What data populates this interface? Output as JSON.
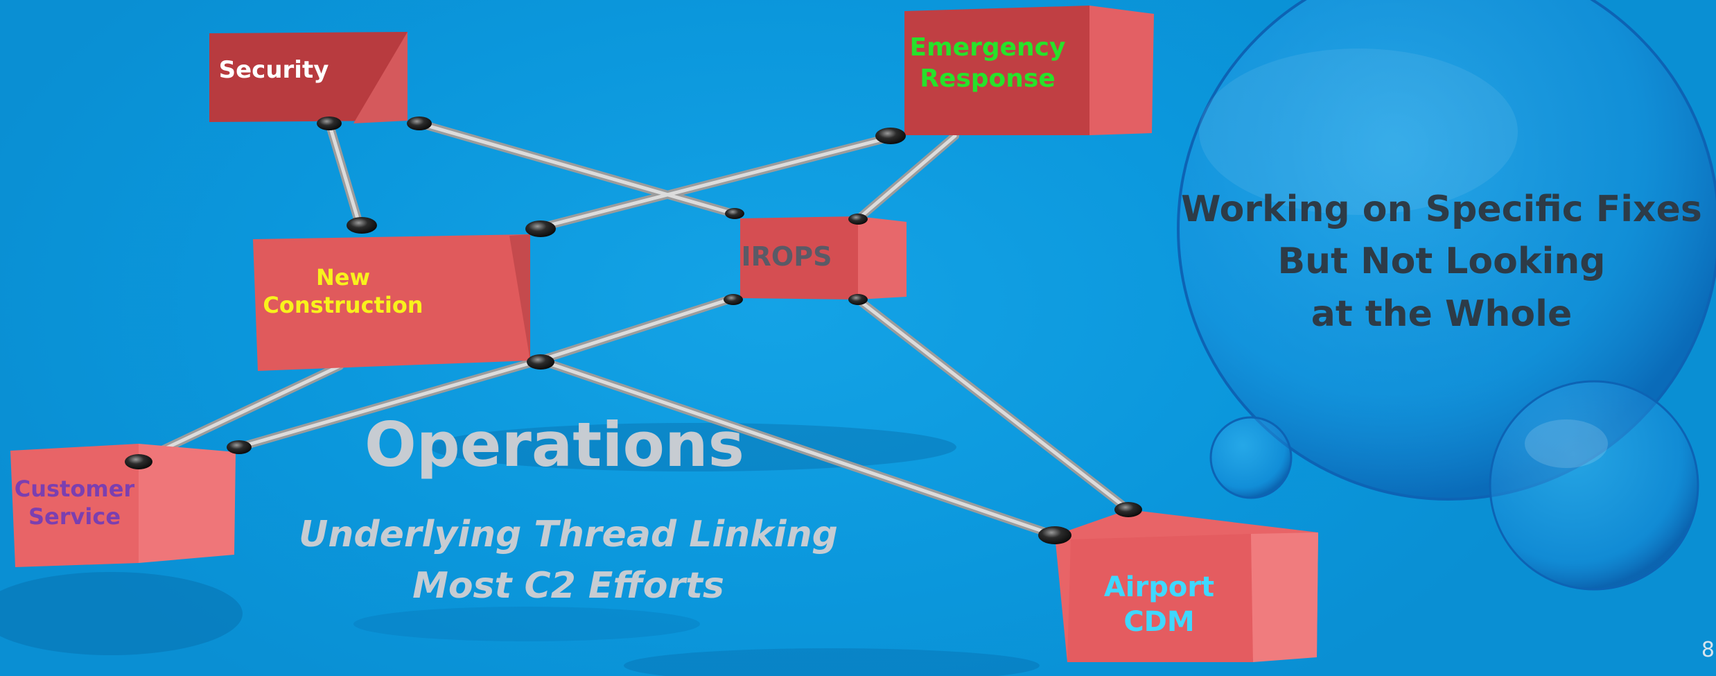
{
  "nodes": {
    "security": "Security",
    "emergency": [
      "Emergency",
      "Response"
    ],
    "new_construction": [
      "New",
      "Construction"
    ],
    "irops": "IROPS",
    "customer_service": [
      "Customer",
      "Service"
    ],
    "airport_cdm": [
      "Airport",
      "CDM"
    ]
  },
  "center": {
    "title": "Operations",
    "subtitle": [
      "Underlying Thread Linking",
      "Most C2 Efforts"
    ]
  },
  "bubble": {
    "text": [
      "Working on Specific Fixes",
      "But Not Looking",
      "at the Whole"
    ]
  },
  "page_number": "8",
  "colors": {
    "background": "#0b97dc",
    "box": "#e05555",
    "security_label": "#ffffff",
    "emergency_label": "#27e22a",
    "new_construction_label": "#f8f21c",
    "irops_label": "#5a5a66",
    "customer_service_label": "#7b3fb0",
    "airport_cdm_label": "#3fd8ff",
    "operations_text": "#c7ccd2",
    "bubble_text": "#2d3b47"
  }
}
